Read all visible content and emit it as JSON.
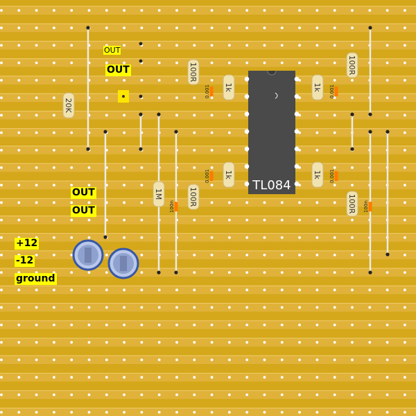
{
  "board": {
    "strip_color": "#e0b23a",
    "board_color": "#c99a12",
    "hole_color": "#ffffff"
  },
  "labels": {
    "out_small": "OUT",
    "out_top": "OUT",
    "out_1": "OUT",
    "out_2": "OUT",
    "plus12": "+12",
    "minus12": "-12",
    "ground": "ground"
  },
  "chip": {
    "name": "TL084"
  },
  "resistors": [
    "20K",
    "100R",
    "1k",
    "1k",
    "100R",
    "1k",
    "1k",
    "1M",
    "100R",
    "100R"
  ],
  "capacitors": [
    "0.001",
    "0.001",
    "0.001",
    "0.001",
    "100n",
    "100n"
  ]
}
